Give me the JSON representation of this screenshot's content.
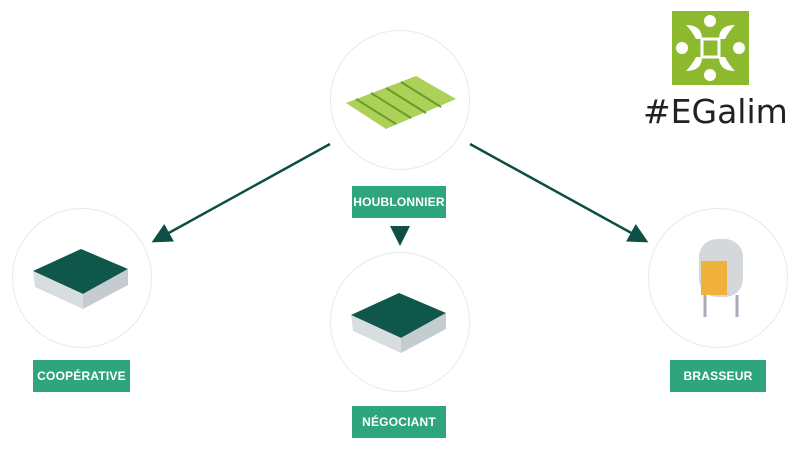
{
  "nodes": {
    "houblonnier": "HOUBLONNIER",
    "cooperative": "COOPÉRATIVE",
    "negociant": "NÉGOCIANT",
    "brasseur": "BRASSEUR"
  },
  "logo": {
    "text": "#EGalim",
    "color": "#8db92e"
  },
  "colors": {
    "label": "#2fa57b",
    "arrow": "#0d4f45"
  }
}
